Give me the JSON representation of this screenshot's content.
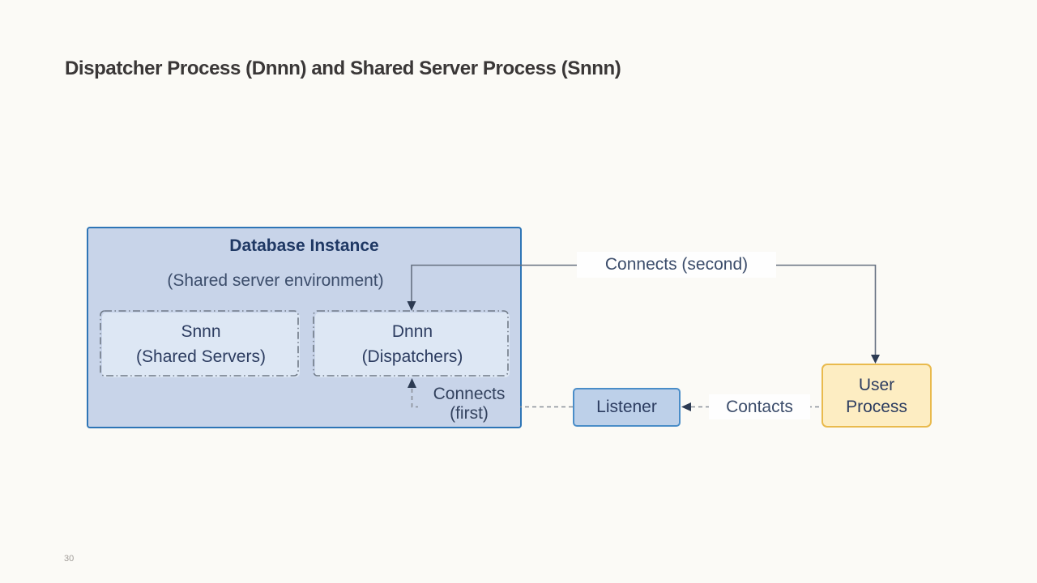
{
  "slide": {
    "title": "Dispatcher Process (Dnnn) and Shared Server Process (Snnn)",
    "page_number": "30"
  },
  "diagram": {
    "database_instance": {
      "title": "Database Instance",
      "subtitle": "(Shared server environment)",
      "shared_servers": {
        "name": "Snnn",
        "caption": "(Shared Servers)"
      },
      "dispatchers": {
        "name": "Dnnn",
        "caption": "(Dispatchers)"
      }
    },
    "listener": {
      "label": "Listener"
    },
    "user_process": {
      "line1": "User",
      "line2": "Process"
    },
    "connectors": {
      "connects_second": {
        "label": "Connects (second)",
        "style": "solid",
        "from": "User Process",
        "to": "Dnnn (Dispatchers)"
      },
      "contacts": {
        "label": "Contacts",
        "style": "dashed",
        "from": "User Process",
        "to": "Listener"
      },
      "connects_first": {
        "label_line1": "Connects",
        "label_line2": "(first)",
        "style": "dashed",
        "from": "Listener",
        "to": "Dnnn (Dispatchers)"
      }
    },
    "colors": {
      "slide_background": "#fbfaf6",
      "database_fill": "#c8d4e9",
      "database_border": "#2e75b6",
      "inner_box_fill": "#dde7f4",
      "inner_box_border": "#707a87",
      "listener_fill": "#bdd0e9",
      "listener_border": "#4a8dc8",
      "user_process_fill": "#fdedc2",
      "user_process_border": "#e9ba4d",
      "solid_line": "#667181",
      "dashed_line": "#8a8f99",
      "arrowhead": "#2c3a52",
      "box_text": "#2c3c60",
      "title_text": "#3a3737"
    }
  }
}
